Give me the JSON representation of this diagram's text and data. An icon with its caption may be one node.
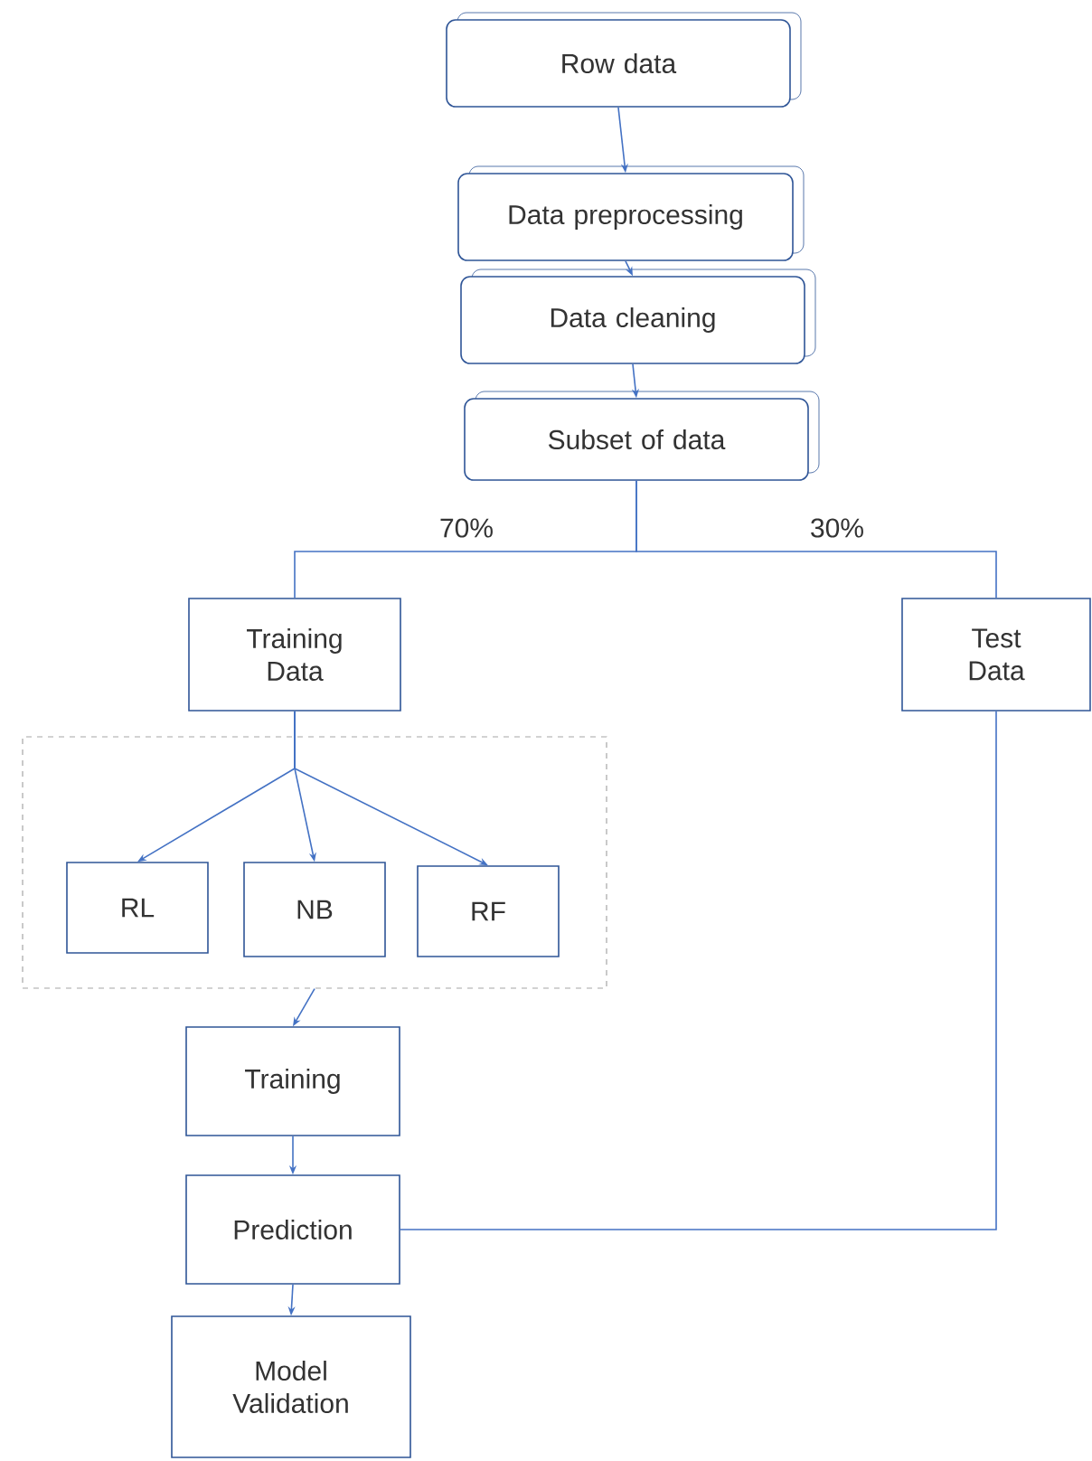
{
  "diagram": {
    "nodes": [
      {
        "text": [
          "Row data"
        ]
      },
      {
        "text": [
          "Data preprocessing"
        ]
      },
      {
        "text": [
          "Data cleaning"
        ]
      },
      {
        "text": [
          "Subset of data"
        ]
      },
      {
        "text": [
          "Training Data"
        ]
      },
      {
        "text": [
          "Test Data"
        ]
      },
      {
        "text": [],
        "shape": "box"
      },
      {
        "text": [
          "RL"
        ],
        "in": 6
      },
      {
        "text": [
          "NB"
        ],
        "in": 6
      },
      {
        "text": [
          "RF"
        ],
        "in": 6
      },
      {
        "text": [
          "Training"
        ]
      },
      {
        "text": [
          "Prediction"
        ]
      },
      {
        "text": [
          "Model Validation"
        ]
      }
    ],
    "edges": [
      {
        "from": 0,
        "to": 1,
        "arrow": "to"
      },
      {
        "from": 1,
        "to": 2,
        "arrow": "to"
      },
      {
        "from": 2,
        "to": 3,
        "arrow": "to"
      },
      {
        "from": 3,
        "to": 4,
        "arrow": "none",
        "label": "70%"
      },
      {
        "from": 3,
        "to": 5,
        "arrow": "none",
        "label": "30%"
      },
      {
        "from": 4,
        "to": 7,
        "arrow": "to"
      },
      {
        "from": 4,
        "to": 8,
        "arrow": "to"
      },
      {
        "from": 4,
        "to": 9,
        "arrow": "to"
      },
      {
        "from": 6,
        "to": 10,
        "arrow": "to"
      },
      {
        "from": 10,
        "to": 11,
        "arrow": "to"
      },
      {
        "from": 5,
        "to": 11,
        "arrow": "none"
      },
      {
        "from": 11,
        "to": 12,
        "arrow": "to"
      }
    ]
  }
}
